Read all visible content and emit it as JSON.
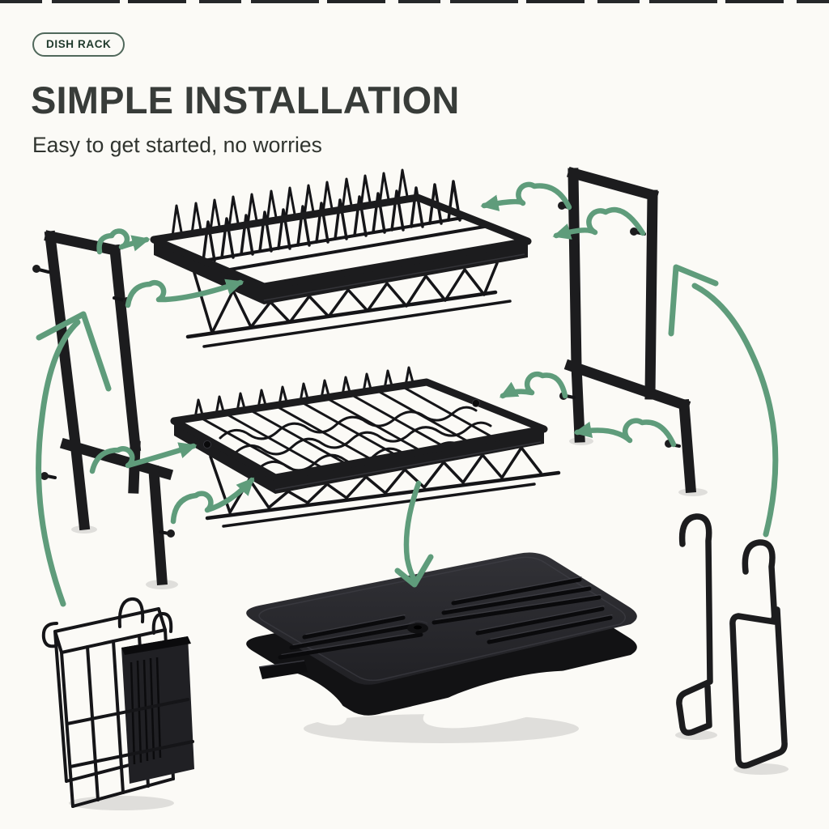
{
  "header": {
    "badge": "DISH RACK",
    "title": "SIMPLE INSTALLATION",
    "subtitle": "Easy to get started, no worries"
  },
  "colors": {
    "background": "#FBFAF6",
    "metal": "#1C1C1E",
    "wire": "#151518",
    "accent-green": "#5F9C7B",
    "title-color": "#383C39",
    "subtitle-color": "#30342F",
    "badge-text": "#1F3A2C",
    "badge-border": "#50685B"
  },
  "diagram": {
    "parts": [
      "left-support-frame",
      "right-support-frame",
      "top-tier-plate-rack",
      "second-tier-rack",
      "drip-tray",
      "utensil-holder-basket",
      "cup-hooks",
      "assembly-arrows"
    ]
  }
}
